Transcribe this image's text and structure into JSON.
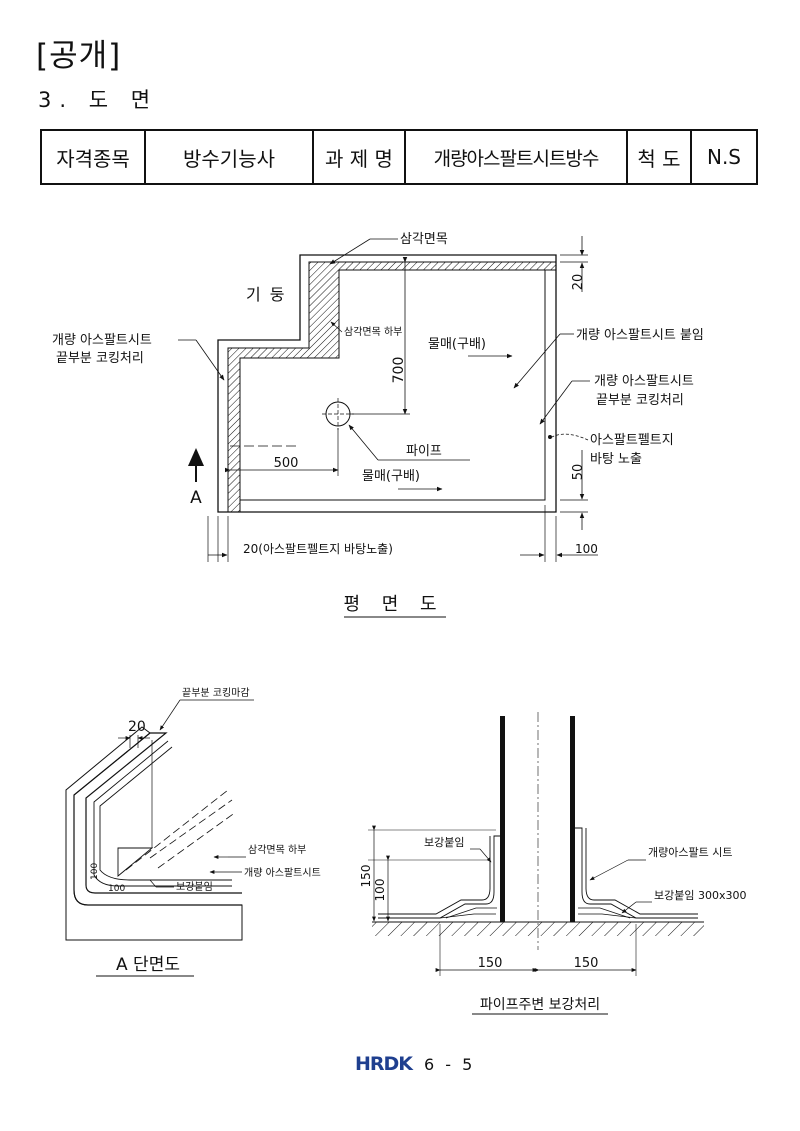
{
  "header": {
    "title": "[공개]",
    "section": "3. 도 면"
  },
  "info_table": [
    {
      "label": "자격종목",
      "value": "방수기능사"
    },
    {
      "label": "과 제 명",
      "value": "개량아스팔트시트방수"
    },
    {
      "label": "척 도",
      "value": "N.S"
    }
  ],
  "plan": {
    "title": "평 면 도",
    "column_label": "기 둥",
    "labels": {
      "samgak": "삼각면목",
      "samgak_lower": "삼각면목 하부",
      "slope1": "물매(구배)",
      "slope2": "물매(구배)",
      "sheet_left_1": "개량 아스팔트시트",
      "sheet_left_2": "끝부분 코킹처리",
      "sheet_attach": "개량 아스팔트시트 붙임",
      "sheet_right_1": "개량 아스팔트시트",
      "sheet_right_2": "끝부분 코킹처리",
      "felt_1": "아스팔트펠트지",
      "felt_2": "바탕 노출",
      "pipe": "파이프",
      "section_mark": "A"
    },
    "dims": {
      "d20_top": "20",
      "d700": "700",
      "d500": "500",
      "d50": "50",
      "d20_bottom": "20(아스팔트펠트지 바탕노출)",
      "d100": "100"
    }
  },
  "section_a": {
    "title": "A 단면도",
    "labels": {
      "caulk": "끝부분 코킹마감",
      "dim20": "20",
      "samgak_lower": "삼각면목 하부",
      "sheet": "개량 아스팔트시트",
      "reinforce": "보강붙임",
      "d100a": "100",
      "d100b": "100"
    }
  },
  "pipe_detail": {
    "title": "파이프주변 보강처리",
    "labels": {
      "reinforce_left": "보강붙임",
      "sheet": "개량아스팔트 시트",
      "reinforce_right": "보강붙임 300x300",
      "d150v": "150",
      "d100v": "100",
      "d150a": "150",
      "d150b": "150"
    }
  },
  "footer": {
    "logo": "HRDK",
    "page": "6 - 5"
  }
}
